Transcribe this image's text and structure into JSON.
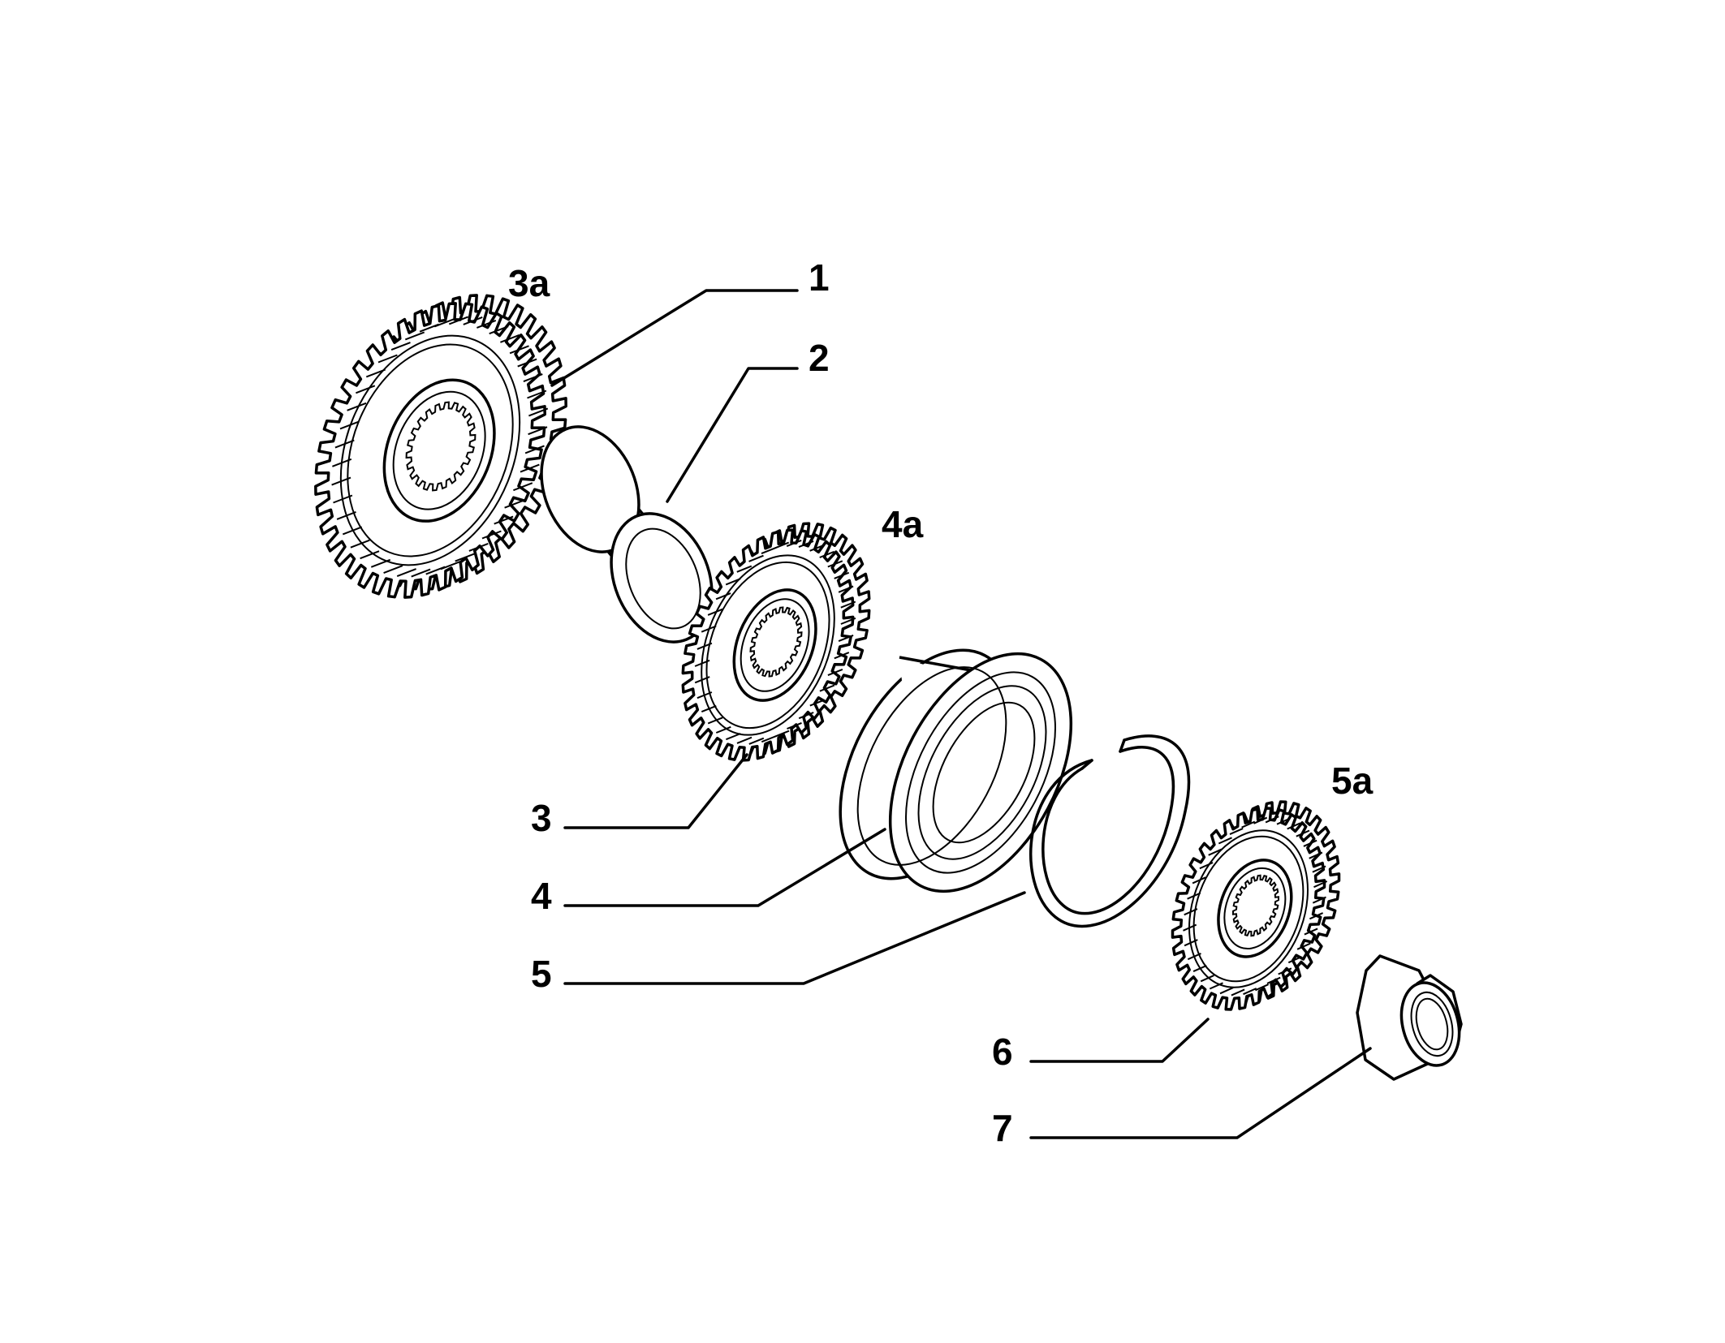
{
  "labels": {
    "l1": "1",
    "l2": "2",
    "l3": "3",
    "l4": "4",
    "l5": "5",
    "l6": "6",
    "l7": "7",
    "l3a": "3a",
    "l4a": "4a",
    "l5a": "5a"
  },
  "colors": {
    "line": "#000000",
    "fill": "#ffffff"
  },
  "icons": {
    "gear_3a": "spur-gear-icon",
    "bushing": "cylinder-sleeve-icon",
    "gear_4a": "spur-gear-icon",
    "bearing": "ball-bearing-icon",
    "snap_ring": "circlip-ring-icon",
    "gear_5a": "spur-gear-icon",
    "nut": "hex-nut-icon"
  }
}
